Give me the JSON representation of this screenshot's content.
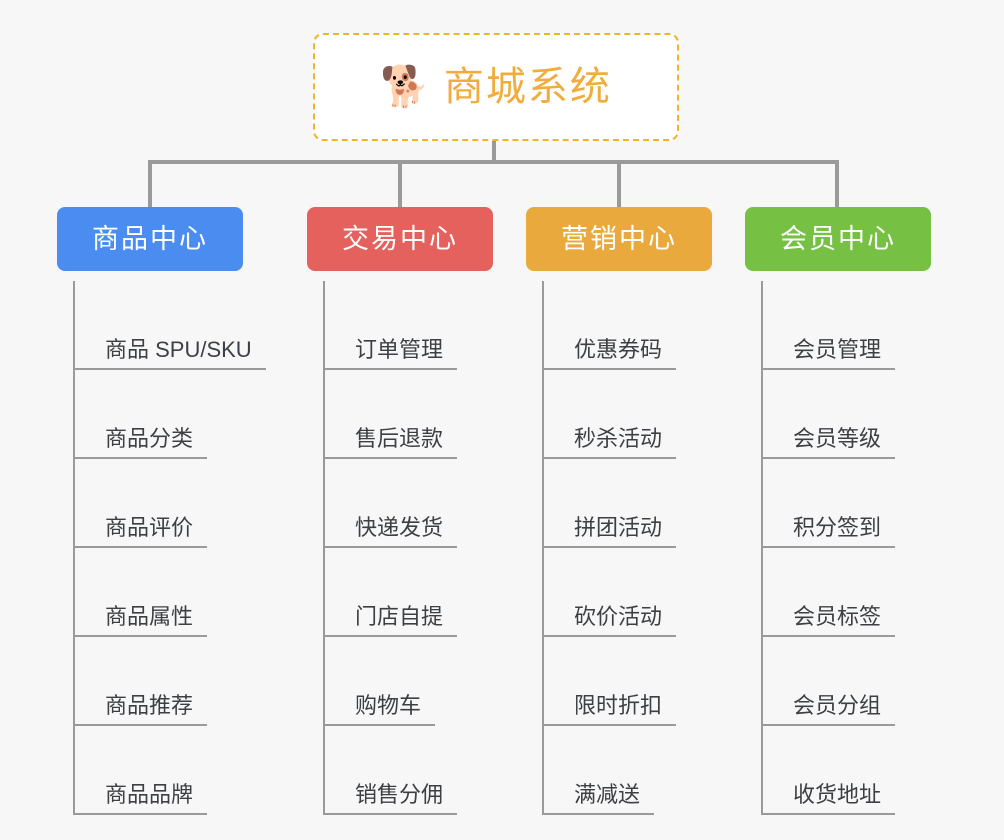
{
  "diagram": {
    "background_color": "#f7f7f7",
    "root": {
      "icon": "shiba-dog-face-emoji",
      "icon_glyph": "🐕",
      "title": "商城系统",
      "title_color": "#f0ad3e",
      "border_color": "#f0b429"
    },
    "columns": [
      {
        "title": "商品中心",
        "color": "#4a8cf0",
        "items": [
          "商品 SPU/SKU",
          "商品分类",
          "商品评价",
          "商品属性",
          "商品推荐",
          "商品品牌"
        ]
      },
      {
        "title": "交易中心",
        "color": "#e4615d",
        "items": [
          "订单管理",
          "售后退款",
          "快递发货",
          "门店自提",
          "购物车",
          "销售分佣"
        ]
      },
      {
        "title": "营销中心",
        "color": "#eaa93c",
        "items": [
          "优惠券码",
          "秒杀活动",
          "拼团活动",
          "砍价活动",
          "限时折扣",
          "满减送"
        ]
      },
      {
        "title": "会员中心",
        "color": "#76c043",
        "items": [
          "会员管理",
          "会员等级",
          "积分签到",
          "会员标签",
          "会员分组",
          "收货地址"
        ]
      }
    ]
  }
}
